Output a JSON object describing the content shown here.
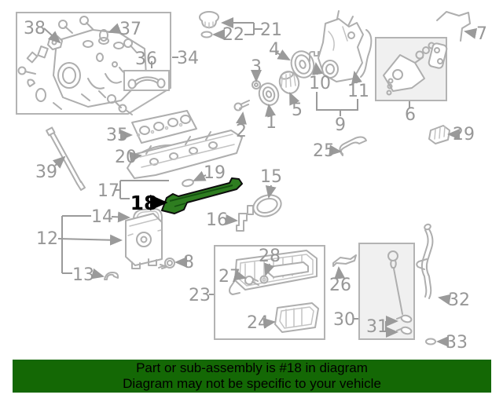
{
  "banner": {
    "line1": "Part or sub-assembly is #18 in diagram",
    "line2": "Diagram may not be specific to your vehicle",
    "background_color": "#146805",
    "text_color": "#000000"
  },
  "diagram": {
    "highlighted_part": "18",
    "highlight_fill": "#2e7d20",
    "line_color": "#aeaeae",
    "label_color": "#979797",
    "labels": [
      {
        "n": "1"
      },
      {
        "n": "2"
      },
      {
        "n": "3"
      },
      {
        "n": "4"
      },
      {
        "n": "5"
      },
      {
        "n": "6"
      },
      {
        "n": "7"
      },
      {
        "n": "8"
      },
      {
        "n": "9"
      },
      {
        "n": "10"
      },
      {
        "n": "11"
      },
      {
        "n": "12"
      },
      {
        "n": "13"
      },
      {
        "n": "14"
      },
      {
        "n": "15"
      },
      {
        "n": "16"
      },
      {
        "n": "17"
      },
      {
        "n": "18"
      },
      {
        "n": "19"
      },
      {
        "n": "20"
      },
      {
        "n": "21"
      },
      {
        "n": "22"
      },
      {
        "n": "23"
      },
      {
        "n": "24"
      },
      {
        "n": "25"
      },
      {
        "n": "26"
      },
      {
        "n": "27"
      },
      {
        "n": "28"
      },
      {
        "n": "29"
      },
      {
        "n": "30"
      },
      {
        "n": "31"
      },
      {
        "n": "32"
      },
      {
        "n": "33"
      },
      {
        "n": "34"
      },
      {
        "n": "35"
      },
      {
        "n": "36"
      },
      {
        "n": "37"
      },
      {
        "n": "38"
      },
      {
        "n": "39"
      }
    ]
  }
}
